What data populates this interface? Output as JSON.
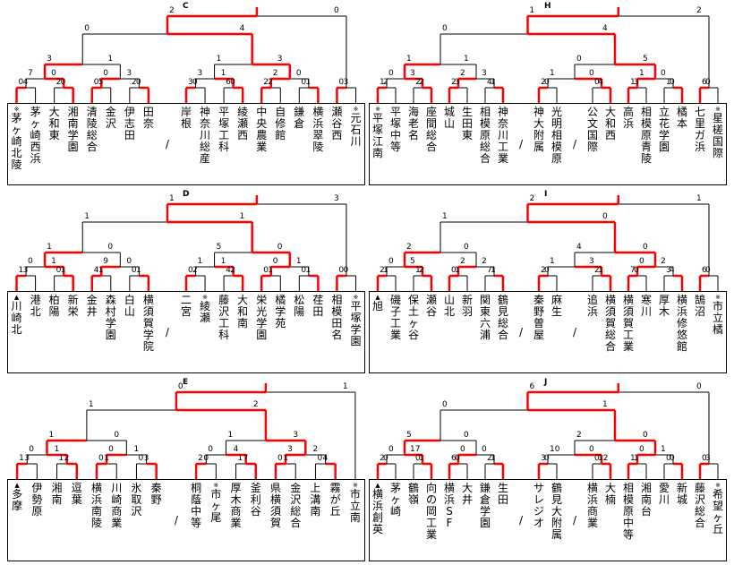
{
  "colors": {
    "win": "#ff0000",
    "line": "#000000"
  },
  "blocks": [
    {
      "id": "C",
      "ox": 8,
      "oy": 0,
      "teams": [
        {
          "name": "茅ヶ崎北陵",
          "mark": "※",
          "splitEnd": false
        },
        {
          "name": "茅ヶ崎西浜",
          "mark": "",
          "splitEnd": false
        },
        {
          "name": "大和東",
          "mark": ""
        },
        {
          "name": "湘南学園",
          "mark": ""
        },
        {
          "name": "清陵総合",
          "mark": ""
        },
        {
          "name": "金沢",
          "mark": "",
          "split": true
        },
        {
          "name": "伊志田",
          "mark": "",
          "split": true
        },
        {
          "name": "田奈",
          "mark": "",
          "split": true
        },
        {
          "name": "/",
          "mark": "",
          "slash": true
        },
        {
          "name": "岸根",
          "mark": "",
          "split": true
        },
        {
          "name": "神奈川総産",
          "mark": ""
        },
        {
          "name": "平塚工科",
          "mark": ""
        },
        {
          "name": "綾瀬西",
          "mark": "",
          "split": true
        },
        {
          "name": "中央農業",
          "mark": ""
        },
        {
          "name": "自修館",
          "mark": ""
        },
        {
          "name": "鎌倉",
          "mark": "",
          "split": true
        },
        {
          "name": "横浜翠陵",
          "mark": ""
        },
        {
          "name": "瀬谷西",
          "mark": ""
        },
        {
          "name": "元石川",
          "mark": "※"
        }
      ],
      "scores": [
        "0",
        "4",
        "2",
        "0",
        "0",
        "5",
        "2",
        "0",
        "3",
        "0",
        "6",
        "0",
        "2",
        "2",
        "0",
        "1",
        "0",
        "3",
        "7",
        "0",
        "0",
        "3",
        "3",
        "1",
        "2",
        "0",
        "3",
        "1",
        "1",
        "3"
      ]
    },
    {
      "id": "H",
      "ox": 412,
      "oy": 0,
      "teams": [
        {
          "name": "平塚江南",
          "mark": "※"
        },
        {
          "name": "平塚中等",
          "mark": ""
        },
        {
          "name": "海老名",
          "mark": ""
        },
        {
          "name": "座間総合",
          "mark": ""
        },
        {
          "name": "城山",
          "mark": "",
          "split": true
        },
        {
          "name": "生田東",
          "mark": ""
        },
        {
          "name": "相模原総合",
          "mark": ""
        },
        {
          "name": "神奈川工業",
          "mark": ""
        },
        {
          "name": "/",
          "mark": "",
          "slash": true
        },
        {
          "name": "神大附属",
          "mark": ""
        },
        {
          "name": "光明相模原",
          "mark": ""
        },
        {
          "name": "/",
          "mark": "",
          "slash": true
        },
        {
          "name": "公文国際",
          "mark": ""
        },
        {
          "name": "大和西",
          "mark": ""
        },
        {
          "name": "高浜",
          "mark": "",
          "split": true
        },
        {
          "name": "相模原青陵",
          "mark": ""
        },
        {
          "name": "立花学園",
          "mark": ""
        },
        {
          "name": "橘本",
          "mark": ""
        },
        {
          "name": "七里ガ浜",
          "mark": ""
        },
        {
          "name": "星槎国際",
          "mark": "※"
        }
      ],
      "scores": [
        "1",
        "2",
        "2",
        "2",
        "2",
        "3",
        "4",
        "1",
        "2",
        "0",
        "0",
        "4",
        "1",
        "3",
        "1",
        "0",
        "6",
        "0",
        "0",
        "3",
        "2",
        "3",
        "1",
        "0",
        "1",
        "0",
        "1",
        "1",
        "0",
        "5",
        "0",
        "4"
      ]
    },
    {
      "id": "D",
      "ox": 8,
      "oy": 210,
      "teams": [
        {
          "name": "川崎北",
          "mark": "▲",
          "split": true
        },
        {
          "name": "港北",
          "mark": ""
        },
        {
          "name": "柏陽",
          "mark": ""
        },
        {
          "name": "新栄",
          "mark": ""
        },
        {
          "name": "金井",
          "mark": "",
          "split": true
        },
        {
          "name": "森村学園",
          "mark": ""
        },
        {
          "name": "白山",
          "mark": ""
        },
        {
          "name": "横須賀学院",
          "mark": ""
        },
        {
          "name": "/",
          "mark": "",
          "slash": true
        },
        {
          "name": "二宮",
          "mark": "",
          "split": true
        },
        {
          "name": "綾瀬",
          "mark": "※",
          "split": true
        },
        {
          "name": "藤沢工科",
          "mark": ""
        },
        {
          "name": "大和南",
          "mark": ""
        },
        {
          "name": "栄光学園",
          "mark": ""
        },
        {
          "name": "橘学苑",
          "mark": ""
        },
        {
          "name": "松陽",
          "mark": "",
          "split": true
        },
        {
          "name": "荏田",
          "mark": ""
        },
        {
          "name": "相模田名",
          "mark": ""
        },
        {
          "name": "平塚学園",
          "mark": "※"
        }
      ],
      "scores": [
        "1",
        "3",
        "0",
        "1",
        "4",
        "1",
        "0",
        "1",
        "0",
        "2",
        "4",
        "2",
        "0",
        "1",
        "0",
        "1",
        "0",
        "0",
        "0",
        "1",
        "9",
        "0",
        "1",
        "1",
        "0",
        "1",
        "1",
        "0",
        "5",
        "0",
        "1",
        "1"
      ]
    },
    {
      "id": "I",
      "ox": 412,
      "oy": 210,
      "teams": [
        {
          "name": "旭",
          "mark": "▲",
          "split": true
        },
        {
          "name": "磯子工業",
          "mark": ""
        },
        {
          "name": "保土ヶ谷",
          "mark": ""
        },
        {
          "name": "瀬谷",
          "mark": "",
          "split": true
        },
        {
          "name": "山北",
          "mark": "",
          "split": true
        },
        {
          "name": "新羽",
          "mark": "",
          "split": true
        },
        {
          "name": "関東六浦",
          "mark": ""
        },
        {
          "name": "鶴見総合",
          "mark": ""
        },
        {
          "name": "/",
          "mark": "",
          "slash": true
        },
        {
          "name": "秦野曽屋",
          "mark": ""
        },
        {
          "name": "麻生",
          "mark": "",
          "split": true
        },
        {
          "name": "/",
          "mark": "",
          "slash": true
        },
        {
          "name": "追浜",
          "mark": "",
          "split": true
        },
        {
          "name": "横須賀総合",
          "mark": ""
        },
        {
          "name": "横須賀工業",
          "mark": ""
        },
        {
          "name": "寒川",
          "mark": "",
          "split": true
        },
        {
          "name": "厚木",
          "mark": "",
          "split": true
        },
        {
          "name": "横浜修悠館",
          "mark": ""
        },
        {
          "name": "鵠沼",
          "mark": "",
          "split": true
        },
        {
          "name": "市立橘",
          "mark": "※"
        }
      ],
      "scores": [
        "2",
        "1",
        "1",
        "2",
        "0",
        "1",
        "7",
        "1",
        "2",
        "0",
        "2",
        "1",
        "7",
        "0",
        "3",
        "4",
        "6",
        "0",
        "0",
        "5",
        "2",
        "2",
        "1",
        "3",
        "0",
        "2",
        "2",
        "0",
        "4",
        "0",
        "1",
        "0"
      ]
    },
    {
      "id": "E",
      "ox": 8,
      "oy": 420,
      "teams": [
        {
          "name": "多摩",
          "mark": "▲",
          "split": true
        },
        {
          "name": "伊勢原",
          "mark": ""
        },
        {
          "name": "湘南",
          "mark": "",
          "split": true
        },
        {
          "name": "逗葉",
          "mark": "",
          "split": true
        },
        {
          "name": "横浜南陵",
          "mark": ""
        },
        {
          "name": "川崎商業",
          "mark": ""
        },
        {
          "name": "氷取沢",
          "mark": ""
        },
        {
          "name": "秦野",
          "mark": "",
          "split": true
        },
        {
          "name": "/",
          "mark": "",
          "slash": true
        },
        {
          "name": "桐蔭中等",
          "mark": ""
        },
        {
          "name": "市ヶ尾",
          "mark": "※"
        },
        {
          "name": "厚木商業",
          "mark": ""
        },
        {
          "name": "釜利谷",
          "mark": ""
        },
        {
          "name": "県横須賀",
          "mark": ""
        },
        {
          "name": "金沢総合",
          "mark": ""
        },
        {
          "name": "上溝南",
          "mark": ""
        },
        {
          "name": "霧が丘",
          "mark": ""
        },
        {
          "name": "市立南",
          "mark": "※"
        }
      ],
      "scores": [
        "1",
        "3",
        "1",
        "2",
        "0",
        "1",
        "0",
        "3",
        "2",
        "0",
        "1",
        "7",
        "0",
        "1",
        "0",
        "4",
        "0",
        "1",
        "0",
        "1",
        "0",
        "4",
        "3",
        "2",
        "1",
        "0"
      ]
    },
    {
      "id": "J",
      "ox": 412,
      "oy": 420,
      "teams": [
        {
          "name": "横浜創英",
          "mark": "▲"
        },
        {
          "name": "茅ヶ崎",
          "mark": ""
        },
        {
          "name": "鶴嶺",
          "mark": "",
          "split": true
        },
        {
          "name": "向の岡工業",
          "mark": ""
        },
        {
          "name": "横浜SF",
          "mark": ""
        },
        {
          "name": "大井",
          "mark": "",
          "split": true
        },
        {
          "name": "鎌倉学園",
          "mark": ""
        },
        {
          "name": "生田",
          "mark": "",
          "split": true
        },
        {
          "name": "/",
          "mark": "",
          "slash": true
        },
        {
          "name": "サレジオ",
          "mark": ""
        },
        {
          "name": "鶴見大附属",
          "mark": ""
        },
        {
          "name": "/",
          "mark": "",
          "slash": true
        },
        {
          "name": "横浜商業",
          "mark": ""
        },
        {
          "name": "大楠",
          "mark": "",
          "split": true
        },
        {
          "name": "相模原中等",
          "mark": ""
        },
        {
          "name": "湘南台",
          "mark": ""
        },
        {
          "name": "愛川",
          "mark": "",
          "split": true
        },
        {
          "name": "新城",
          "mark": "",
          "split": true
        },
        {
          "name": "藤沢総合",
          "mark": ""
        },
        {
          "name": "希望ヶ丘",
          "mark": "※"
        }
      ],
      "scores": [
        "2",
        "0",
        "0",
        "1",
        "6",
        "0",
        "2",
        "1",
        "3",
        "0",
        "0",
        "12",
        "1",
        "1",
        "0",
        "0",
        "0",
        "3",
        "0",
        "17",
        "0",
        "0",
        "10",
        "0",
        "0",
        "1",
        "5",
        "0"
      ]
    }
  ]
}
